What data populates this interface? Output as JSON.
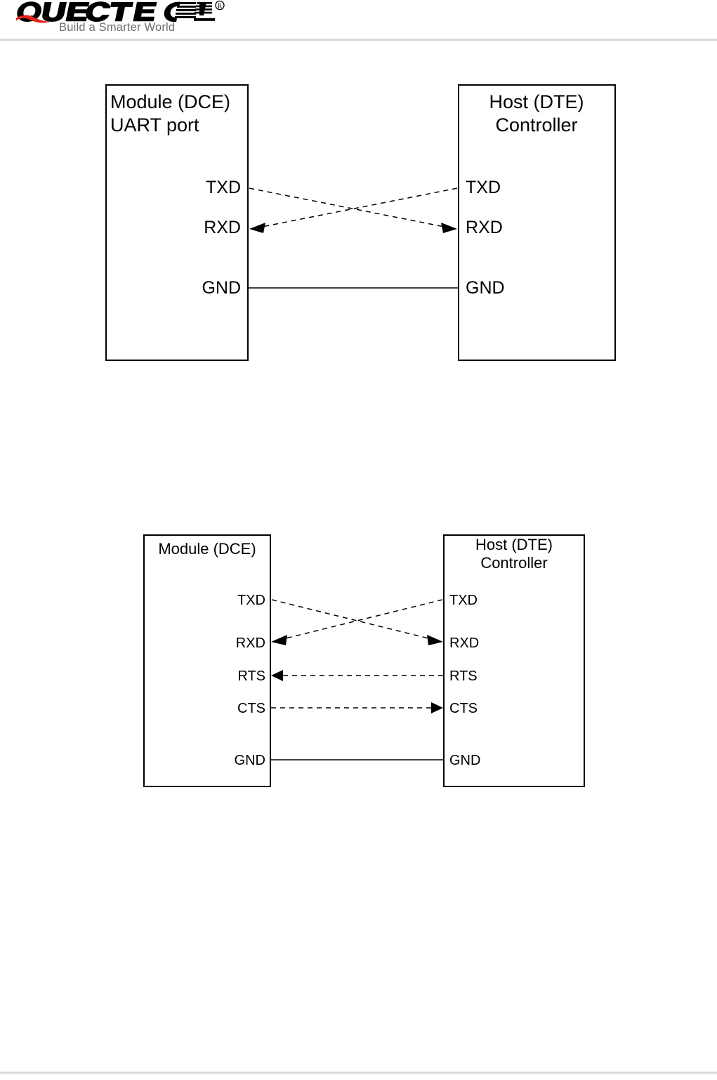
{
  "header": {
    "brand_name": "QUECTEL",
    "brand_registered_mark": "®",
    "tagline": "Build a Smarter World",
    "logo_icon": "quectel-logo",
    "colors": {
      "wordmark": "#000000",
      "swoosh": "#e2231a",
      "tagline": "#6d6e71",
      "rule": "#d9d9d9"
    }
  },
  "figures": [
    {
      "id": "uart-basic",
      "left_box": {
        "title_line1": "Module (DCE)",
        "title_line2": "UART port",
        "pins": [
          "TXD",
          "RXD",
          "GND"
        ]
      },
      "right_box": {
        "title_line1": "Host (DTE)",
        "title_line2": "Controller",
        "pins": [
          "TXD",
          "RXD",
          "GND"
        ]
      },
      "connections": [
        {
          "from": "module.TXD",
          "to": "host.RXD",
          "style": "dashed",
          "direction": "right"
        },
        {
          "from": "host.TXD",
          "to": "module.RXD",
          "style": "dashed",
          "direction": "left"
        },
        {
          "from": "module.GND",
          "to": "host.GND",
          "style": "solid",
          "direction": "none"
        }
      ]
    },
    {
      "id": "uart-flowctrl",
      "left_box": {
        "title_line1": "Module (DCE)",
        "title_line2": "",
        "pins": [
          "TXD",
          "RXD",
          "RTS",
          "CTS",
          "GND"
        ]
      },
      "right_box": {
        "title_line1": "Host (DTE)",
        "title_line2": "Controller",
        "pins": [
          "TXD",
          "RXD",
          "RTS",
          "CTS",
          "GND"
        ]
      },
      "connections": [
        {
          "from": "module.TXD",
          "to": "host.RXD",
          "style": "dashed",
          "direction": "right"
        },
        {
          "from": "host.TXD",
          "to": "module.RXD",
          "style": "dashed",
          "direction": "left"
        },
        {
          "from": "host.RTS",
          "to": "module.RTS",
          "style": "dashed",
          "direction": "left"
        },
        {
          "from": "module.CTS",
          "to": "host.CTS",
          "style": "dashed",
          "direction": "right"
        },
        {
          "from": "module.GND",
          "to": "host.GND",
          "style": "solid",
          "direction": "none"
        }
      ]
    }
  ]
}
